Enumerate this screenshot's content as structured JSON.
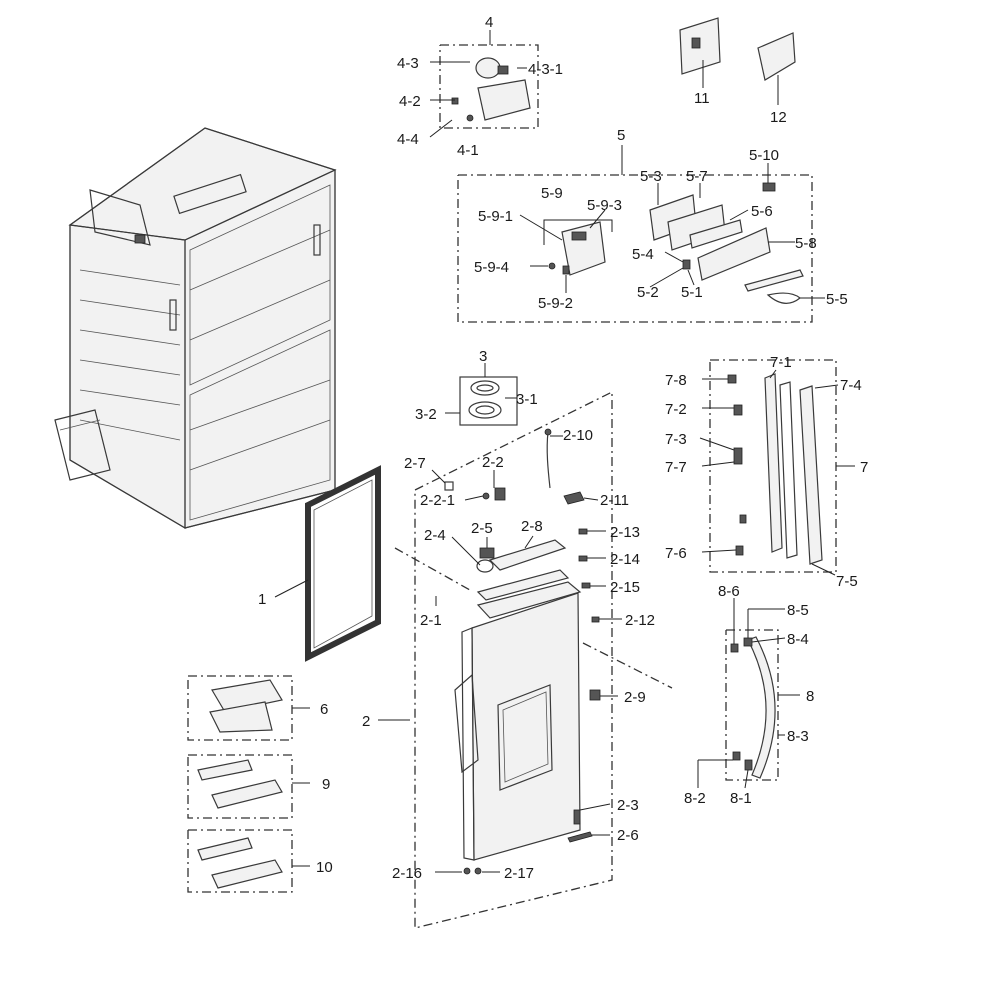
{
  "diagram": {
    "labels": {
      "l1": "1",
      "l2": "2",
      "l2_1": "2-1",
      "l2_2": "2-2",
      "l2_2_1": "2-2-1",
      "l2_3": "2-3",
      "l2_4": "2-4",
      "l2_5": "2-5",
      "l2_6": "2-6",
      "l2_7": "2-7",
      "l2_8": "2-8",
      "l2_9": "2-9",
      "l2_10": "2-10",
      "l2_11": "2-11",
      "l2_12": "2-12",
      "l2_13": "2-13",
      "l2_14": "2-14",
      "l2_15": "2-15",
      "l2_16": "2-16",
      "l2_17": "2-17",
      "l3": "3",
      "l3_1": "3-1",
      "l3_2": "3-2",
      "l4": "4",
      "l4_1": "4-1",
      "l4_2": "4-2",
      "l4_3": "4-3",
      "l4_3_1": "4-3-1",
      "l4_4": "4-4",
      "l5": "5",
      "l5_1": "5-1",
      "l5_2": "5-2",
      "l5_3": "5-3",
      "l5_4": "5-4",
      "l5_5": "5-5",
      "l5_6": "5-6",
      "l5_7": "5-7",
      "l5_8": "5-8",
      "l5_9": "5-9",
      "l5_9_1": "5-9-1",
      "l5_9_2": "5-9-2",
      "l5_9_3": "5-9-3",
      "l5_9_4": "5-9-4",
      "l5_10": "5-10",
      "l6": "6",
      "l7": "7",
      "l7_1": "7-1",
      "l7_2": "7-2",
      "l7_3": "7-3",
      "l7_4": "7-4",
      "l7_5": "7-5",
      "l7_6": "7-6",
      "l7_7": "7-7",
      "l7_8": "7-8",
      "l8": "8",
      "l8_1": "8-1",
      "l8_2": "8-2",
      "l8_3": "8-3",
      "l8_4": "8-4",
      "l8_5": "8-5",
      "l8_6": "8-6",
      "l9": "9",
      "l10": "10",
      "l11": "11",
      "l12": "12"
    }
  }
}
